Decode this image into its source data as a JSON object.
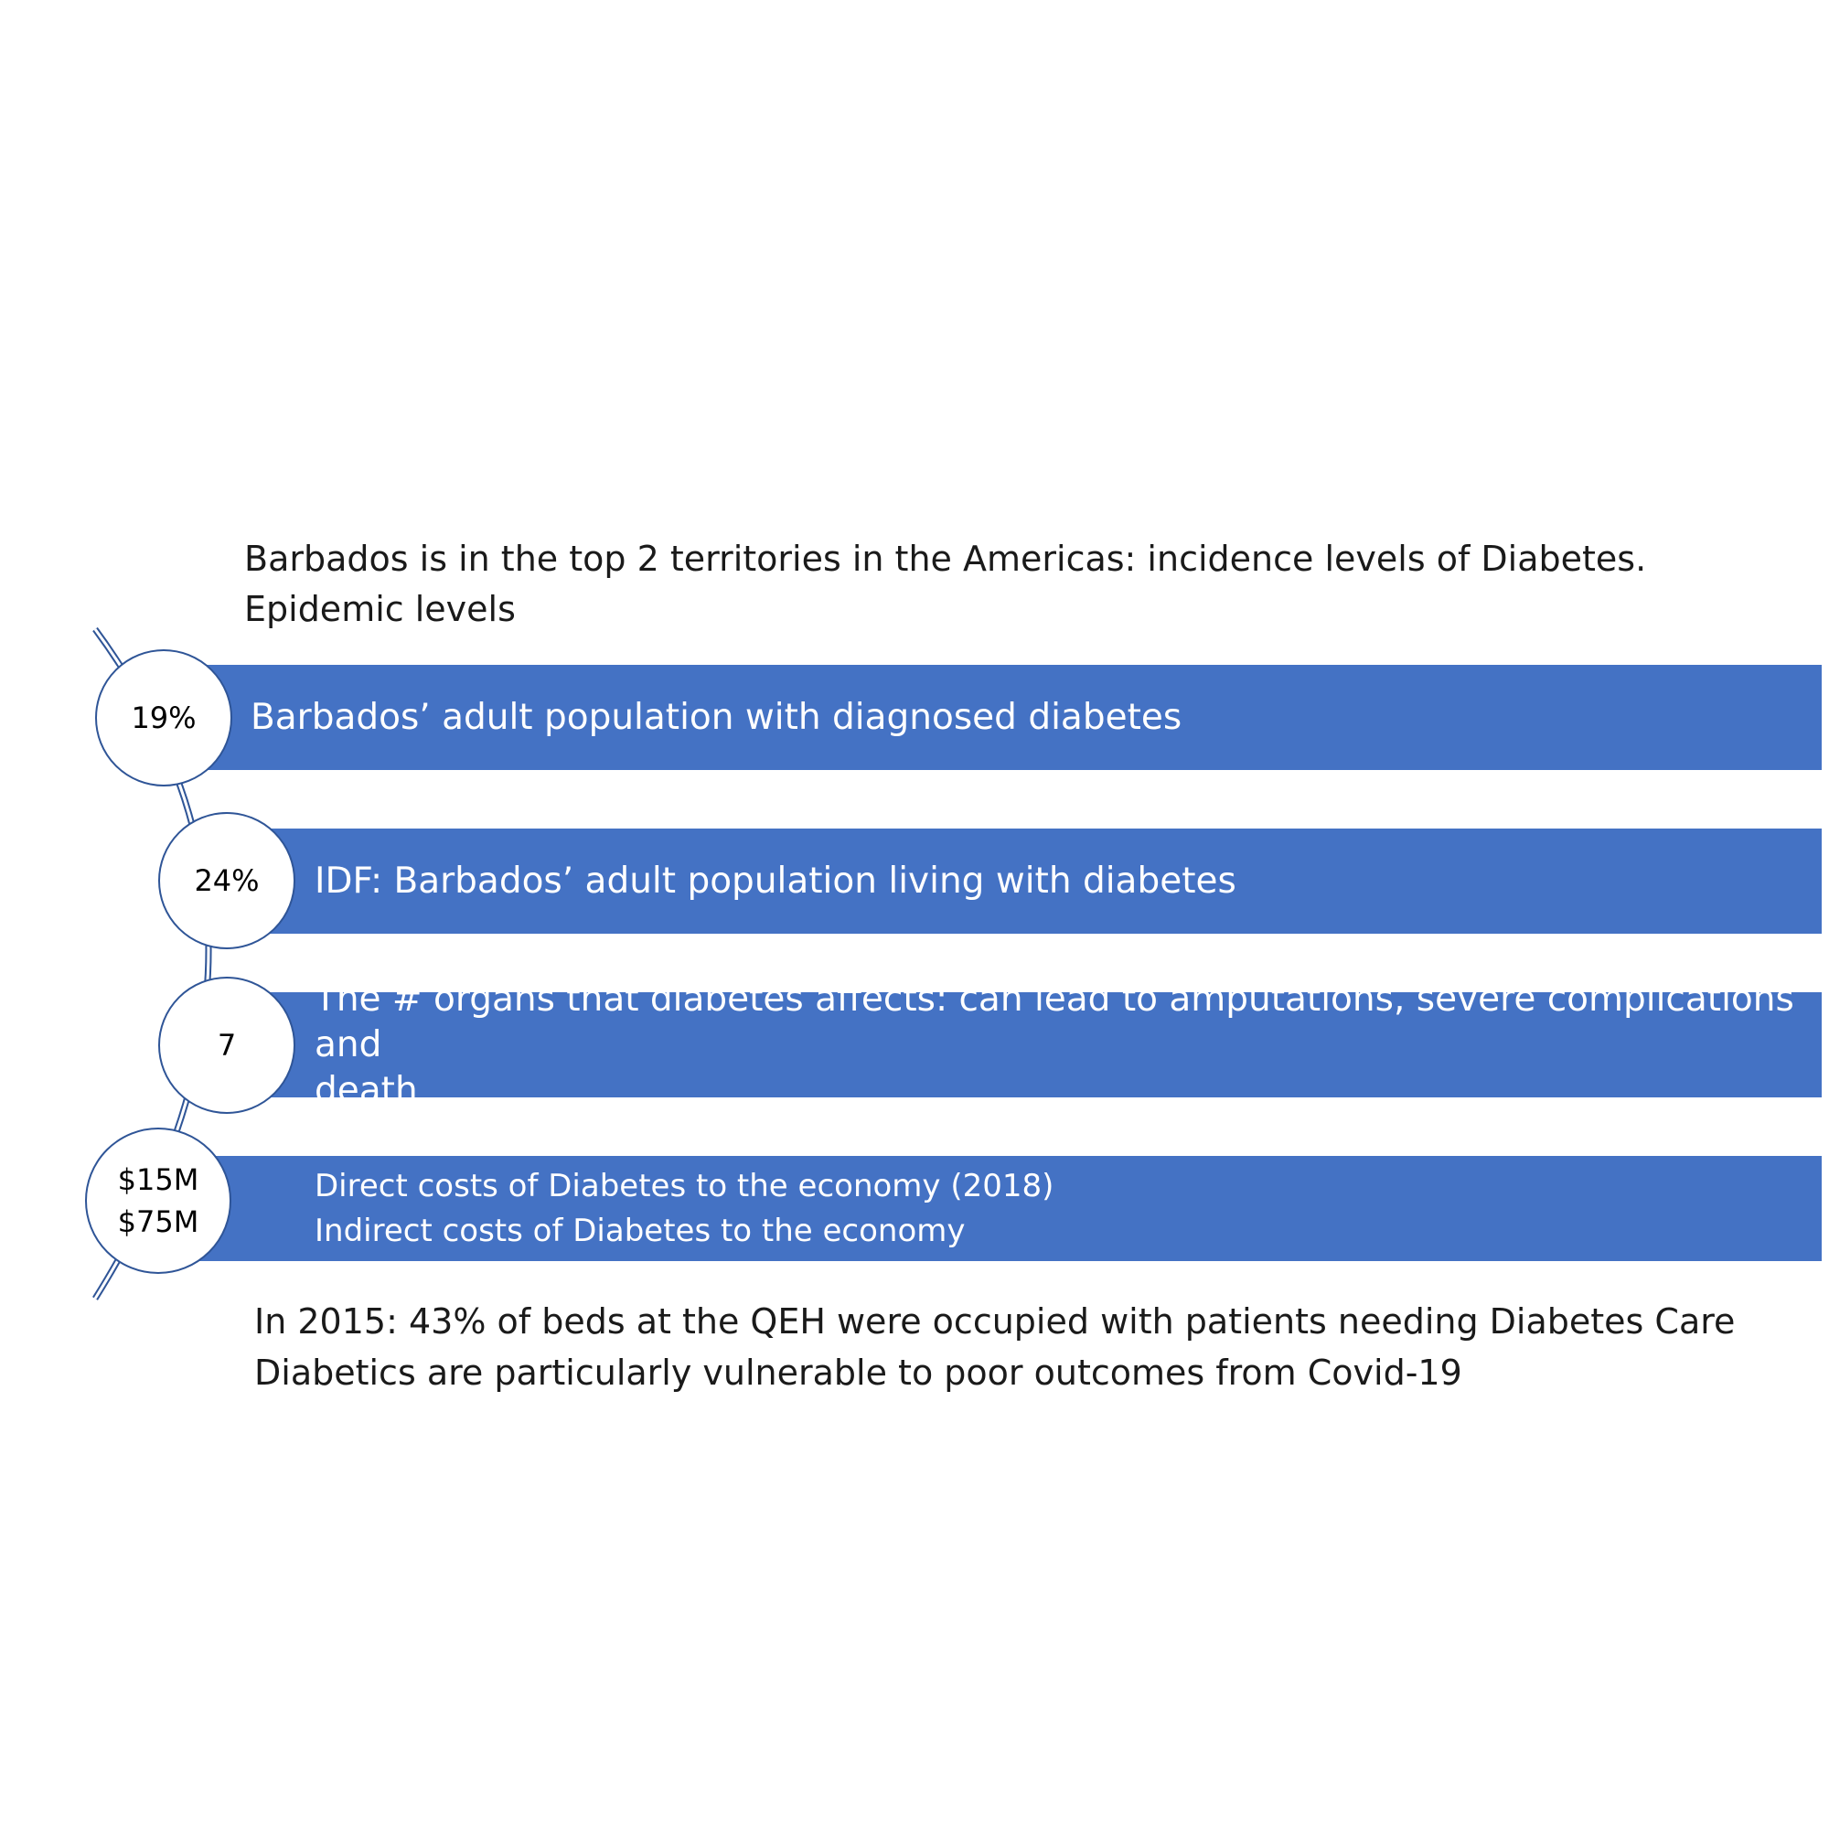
{
  "intro": {
    "line1": "Barbados is in the top 2 territories in the Americas: incidence levels of Diabetes.",
    "line2": "Epidemic levels"
  },
  "items": [
    {
      "value": "19%",
      "label": "Barbados’ adult population with diagnosed diabetes"
    },
    {
      "value": "24%",
      "label": "IDF: Barbados’ adult population living with diabetes"
    },
    {
      "value": "7",
      "label_line1": "The # organs that diabetes affects: can lead to amputations, severe complications and",
      "label_line2": "death"
    },
    {
      "value_line1": "$15M",
      "value_line2": "$75M",
      "label_line1": "Direct costs of Diabetes to the economy (2018)",
      "label_line2": "Indirect costs of Diabetes to the economy"
    }
  ],
  "outro": {
    "line1": "In 2015: 43% of beds at the QEH were occupied with patients needing Diabetes Care",
    "line2": "Diabetics are particularly vulnerable to poor outcomes from Covid-19"
  },
  "colors": {
    "bar": "#4472C4",
    "circle_border": "#2F5597",
    "text": "#1a1a1a"
  }
}
